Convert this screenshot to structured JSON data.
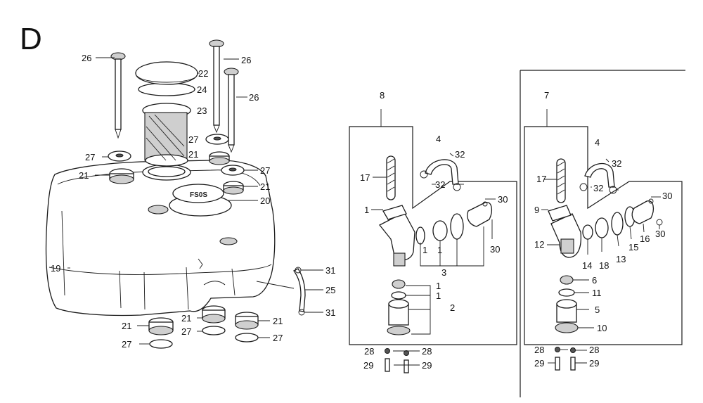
{
  "section_letter": "D",
  "assembly_numbers": {
    "left": "8",
    "right": "7"
  },
  "callouts": {
    "tank": [
      {
        "id": "t26a",
        "text": "26"
      },
      {
        "id": "t26b",
        "text": "26"
      },
      {
        "id": "t26c",
        "text": "26"
      },
      {
        "id": "t22",
        "text": "22"
      },
      {
        "id": "t24",
        "text": "24"
      },
      {
        "id": "t23",
        "text": "23"
      },
      {
        "id": "t27a",
        "text": "27"
      },
      {
        "id": "t27b",
        "text": "27"
      },
      {
        "id": "t27c",
        "text": "27"
      },
      {
        "id": "t21a",
        "text": "21"
      },
      {
        "id": "t21b",
        "text": "21"
      },
      {
        "id": "t21c",
        "text": "21"
      },
      {
        "id": "t20",
        "text": "20"
      },
      {
        "id": "t19",
        "text": "19"
      },
      {
        "id": "t31a",
        "text": "31"
      },
      {
        "id": "t25",
        "text": "25"
      },
      {
        "id": "t31b",
        "text": "31"
      },
      {
        "id": "t21d",
        "text": "21"
      },
      {
        "id": "t21e",
        "text": "21"
      },
      {
        "id": "t21f",
        "text": "21"
      },
      {
        "id": "t27d",
        "text": "27"
      },
      {
        "id": "t27e",
        "text": "27"
      },
      {
        "id": "t27f",
        "text": "27"
      }
    ],
    "assembly8": [
      {
        "id": "a4",
        "text": "4"
      },
      {
        "id": "a32a",
        "text": "32"
      },
      {
        "id": "a32b",
        "text": "32"
      },
      {
        "id": "a17",
        "text": "17"
      },
      {
        "id": "a30a",
        "text": "30"
      },
      {
        "id": "a1a",
        "text": "1"
      },
      {
        "id": "a1b",
        "text": "1"
      },
      {
        "id": "a1c",
        "text": "1"
      },
      {
        "id": "a30b",
        "text": "30"
      },
      {
        "id": "a3",
        "text": "3"
      },
      {
        "id": "a1d",
        "text": "1"
      },
      {
        "id": "a1e",
        "text": "1"
      },
      {
        "id": "a2",
        "text": "2"
      },
      {
        "id": "a28a",
        "text": "28"
      },
      {
        "id": "a28b",
        "text": "28"
      },
      {
        "id": "a29a",
        "text": "29"
      },
      {
        "id": "a29b",
        "text": "29"
      }
    ],
    "assembly7": [
      {
        "id": "b4",
        "text": "4"
      },
      {
        "id": "b32a",
        "text": "32"
      },
      {
        "id": "b32b",
        "text": "32"
      },
      {
        "id": "b17",
        "text": "17"
      },
      {
        "id": "b30a",
        "text": "30"
      },
      {
        "id": "b9",
        "text": "9"
      },
      {
        "id": "b30b",
        "text": "30"
      },
      {
        "id": "b12",
        "text": "12"
      },
      {
        "id": "b15",
        "text": "15"
      },
      {
        "id": "b16",
        "text": "16"
      },
      {
        "id": "b14",
        "text": "14"
      },
      {
        "id": "b18",
        "text": "18"
      },
      {
        "id": "b13",
        "text": "13"
      },
      {
        "id": "b6",
        "text": "6"
      },
      {
        "id": "b11",
        "text": "11"
      },
      {
        "id": "b5",
        "text": "5"
      },
      {
        "id": "b10",
        "text": "10"
      },
      {
        "id": "b28a",
        "text": "28"
      },
      {
        "id": "b28b",
        "text": "28"
      },
      {
        "id": "b29a",
        "text": "29"
      },
      {
        "id": "b29b",
        "text": "29"
      }
    ]
  }
}
